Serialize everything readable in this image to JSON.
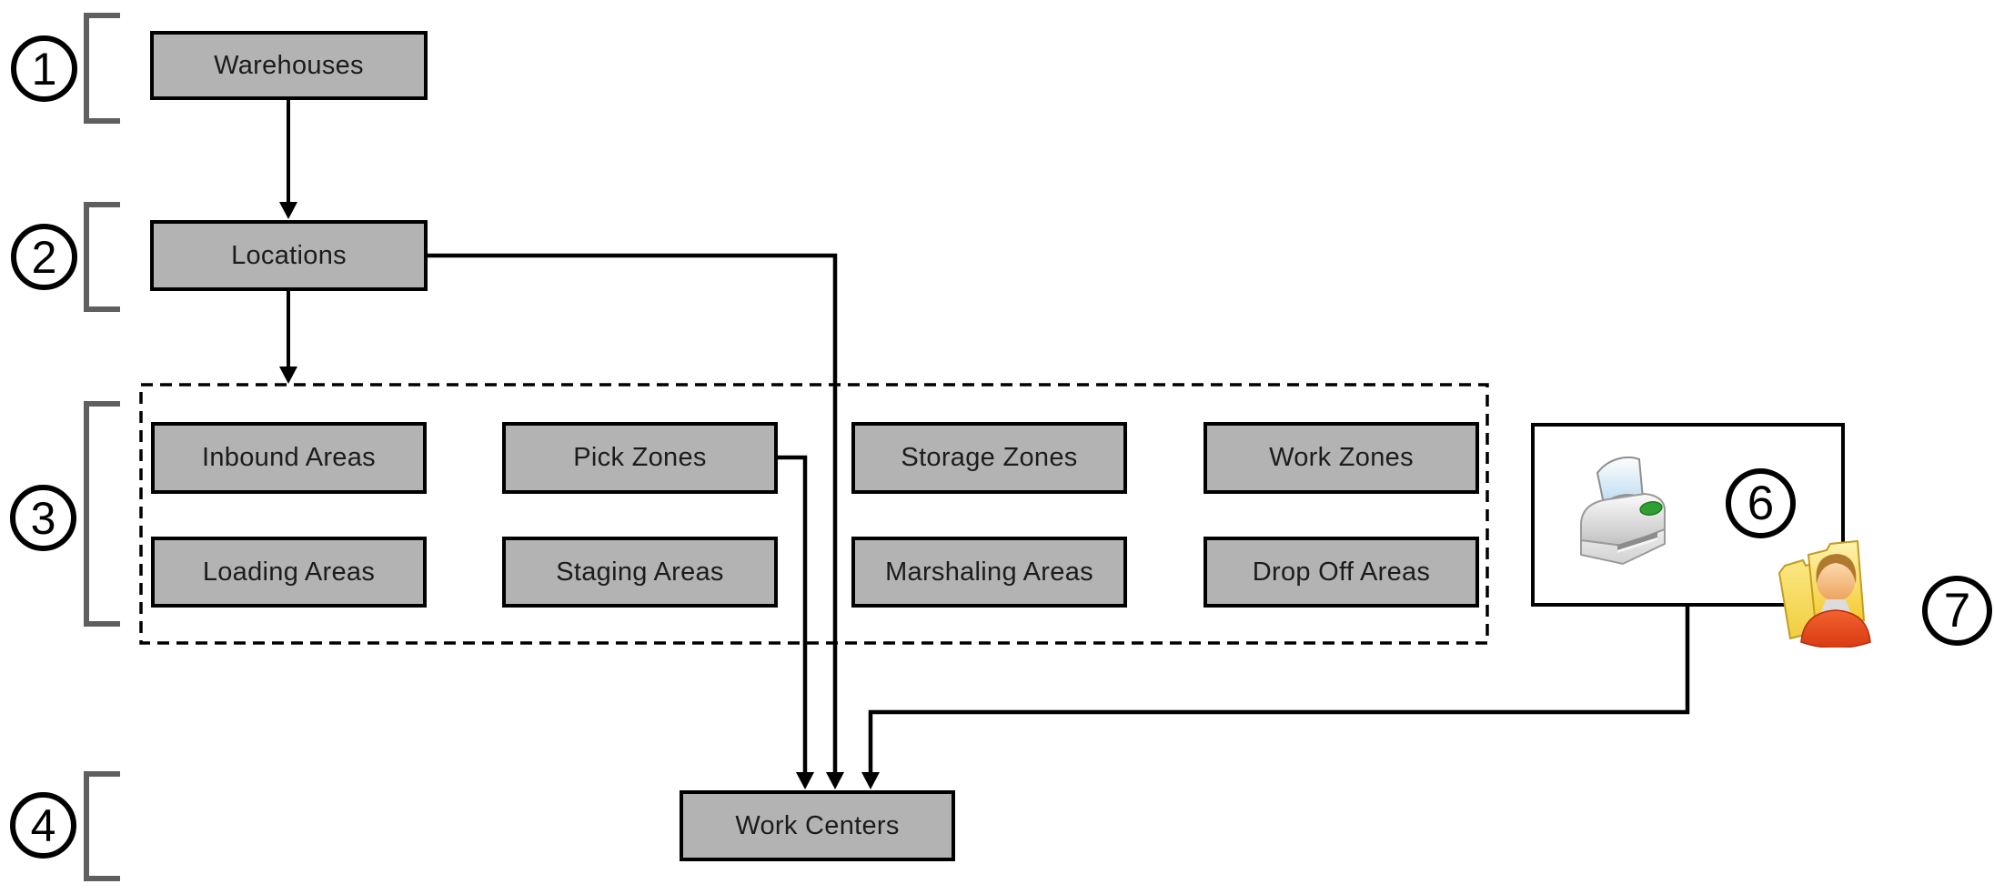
{
  "nodes": {
    "warehouses": "Warehouses",
    "locations": "Locations",
    "work_centers": "Work Centers"
  },
  "zones": [
    "Inbound Areas",
    "Pick Zones",
    "Storage Zones",
    "Work Zones",
    "Loading Areas",
    "Staging Areas",
    "Marshaling Areas",
    "Drop Off Areas"
  ],
  "callouts": {
    "c1": "1",
    "c2": "2",
    "c3": "3",
    "c4": "4",
    "c6": "6",
    "c7": "7"
  },
  "icons": {
    "printer": "printer-icon",
    "user_folders": "user-folders-icon"
  },
  "colors": {
    "node_fill": "#b3b3b3",
    "node_border": "#000000",
    "bracket_gray": "#5f5f5f",
    "connector_black": "#000000",
    "printer_led_green": "#2f9e33",
    "folder_yellow": "#f5c825",
    "person_red": "#df4a1f"
  }
}
